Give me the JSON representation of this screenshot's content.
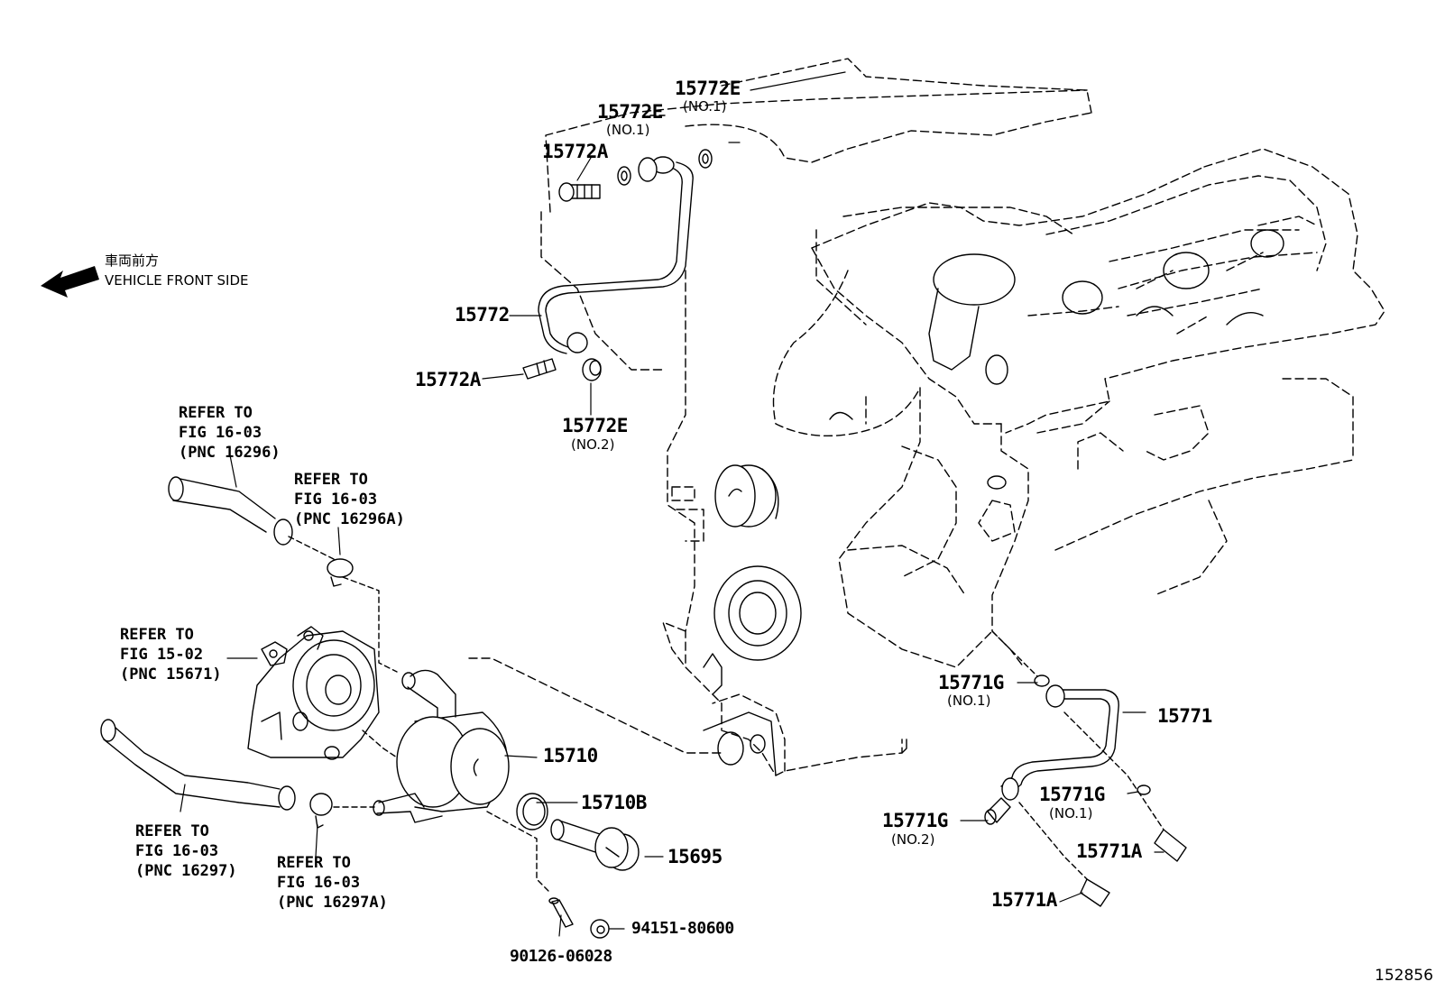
{
  "orientation": {
    "label_jp": "車両前方",
    "label_en": "VEHICLE FRONT SIDE",
    "arrow_icon": "left-arrow-icon"
  },
  "callouts": {
    "p15772E_top": "15772E",
    "p15772E_top_sub": "(NO.1)",
    "p15772E_mid": "15772E",
    "p15772E_mid_sub": "(NO.1)",
    "p15772A_top": "15772A",
    "p15772": "15772",
    "p15772A_bot": "15772A",
    "p15772E_bot": "15772E",
    "p15772E_bot_sub": "(NO.2)",
    "p15710": "15710",
    "p15710B": "15710B",
    "p15695": "15695",
    "p94151": "94151-80600",
    "p90126": "90126-06028",
    "p15771G_a": "15771G",
    "p15771G_a_sub": "(NO.1)",
    "p15771": "15771",
    "p15771G_b": "15771G",
    "p15771G_b_sub": "(NO.1)",
    "p15771G_c": "15771G",
    "p15771G_c_sub": "(NO.2)",
    "p15771A_a": "15771A",
    "p15771A_b": "15771A"
  },
  "references": {
    "ref1": {
      "line1": "REFER TO",
      "line2": "FIG 16-03",
      "line3": "(PNC 16296)"
    },
    "ref2": {
      "line1": "REFER TO",
      "line2": "FIG 16-03",
      "line3": "(PNC 16296A)"
    },
    "ref3": {
      "line1": "REFER TO",
      "line2": "FIG 15-02",
      "line3": "(PNC 15671)"
    },
    "ref4": {
      "line1": "REFER TO",
      "line2": "FIG 16-03",
      "line3": "(PNC 16297)"
    },
    "ref5": {
      "line1": "REFER TO",
      "line2": "FIG 16-03",
      "line3": "(PNC 16297A)"
    }
  },
  "figure_number": "152856",
  "colors": {
    "line": "#000000",
    "background": "#ffffff"
  }
}
